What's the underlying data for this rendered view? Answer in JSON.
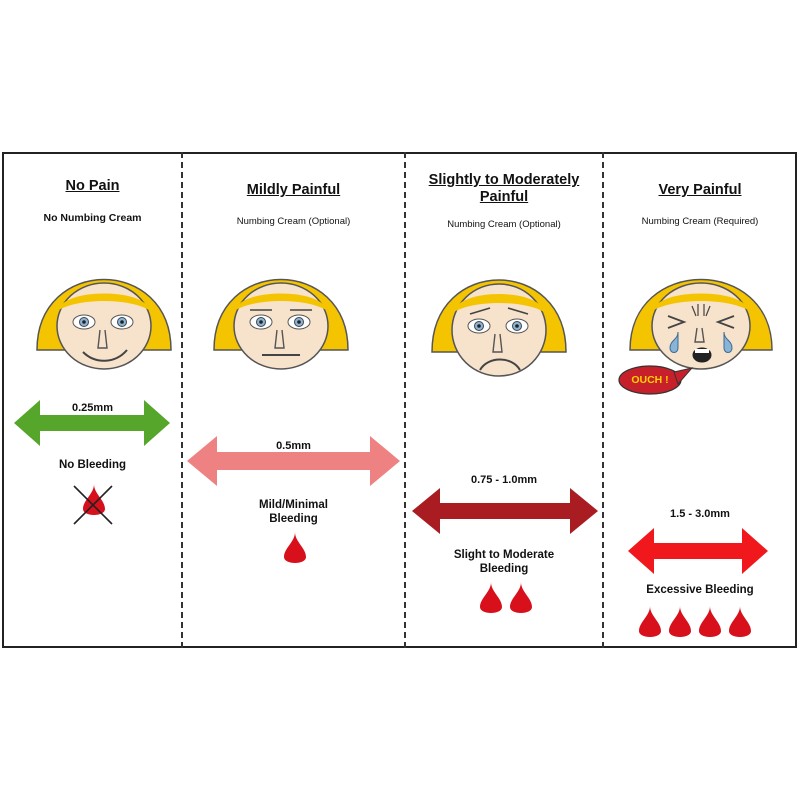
{
  "panels": [
    {
      "title": "No Pain",
      "cream": "No Numbing Cream",
      "depth": "0.25mm",
      "bleeding": "No Bleeding",
      "arrow_color": "#55a62a",
      "drop_count": 1,
      "drop_crossed": true
    },
    {
      "title": "Mildly Painful",
      "cream": "Numbing Cream (Optional)",
      "depth": "0.5mm",
      "bleeding_lines": [
        "Mild/Minimal",
        "Bleeding"
      ],
      "arrow_color": "#ee8282",
      "drop_count": 1,
      "drop_crossed": false
    },
    {
      "title_lines": [
        "Slightly to Moderately",
        "Painful"
      ],
      "cream": "Numbing Cream (Optional)",
      "depth": "0.75 - 1.0mm",
      "bleeding_lines": [
        "Slight to Moderate",
        "Bleeding"
      ],
      "arrow_color": "#a81c22",
      "drop_count": 2,
      "drop_crossed": false
    },
    {
      "title": "Very Painful",
      "cream": "Numbing Cream (Required)",
      "depth": "1.5 - 3.0mm",
      "bleeding": "Excessive Bleeding",
      "exclamation": "OUCH !",
      "arrow_color": "#f0181d",
      "drop_count": 4,
      "drop_crossed": false
    }
  ],
  "colors": {
    "hair": "#f4c400",
    "skin": "#f7e2cc",
    "blood": "#d8101c",
    "bubble": "#c8202a",
    "bubble_text": "#ffd200"
  }
}
